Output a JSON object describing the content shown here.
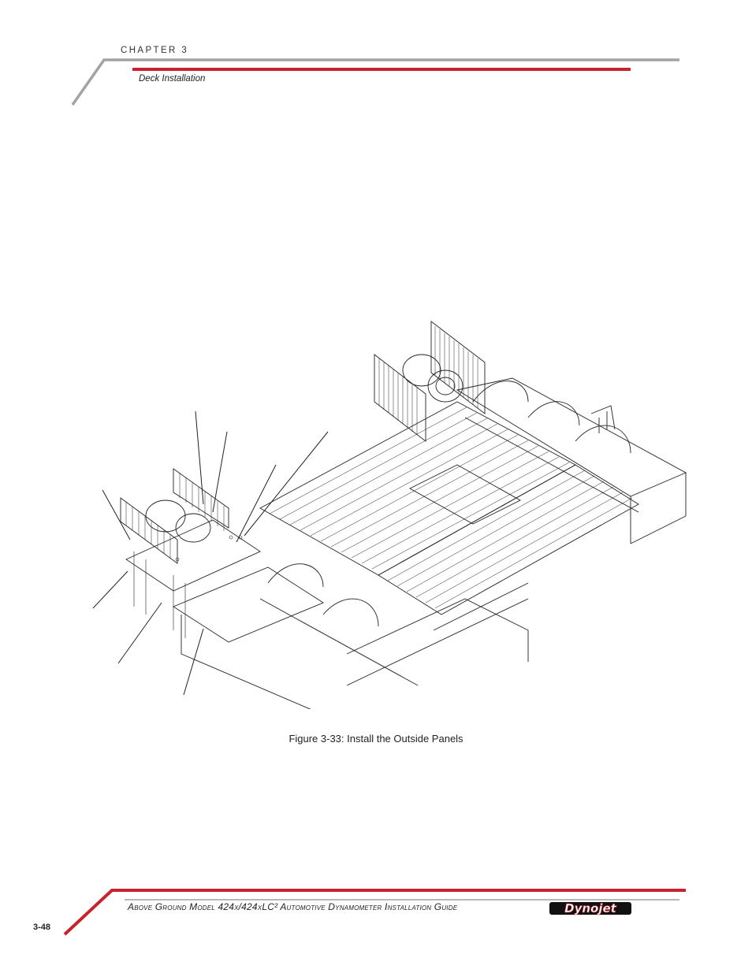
{
  "header": {
    "chapter": "CHAPTER 3",
    "section": "Deck Installation"
  },
  "figure": {
    "caption": "Figure 3-33: Install the Outside Panels"
  },
  "footer": {
    "guide_title": "Above Ground Model 424x/424xLC² Automotive Dynamometer Installation Guide",
    "page_number": "3-48",
    "logo_text": "Dynojet"
  },
  "colors": {
    "accent_red": "#c8232c",
    "rule_gray": "#a0a0a0"
  }
}
